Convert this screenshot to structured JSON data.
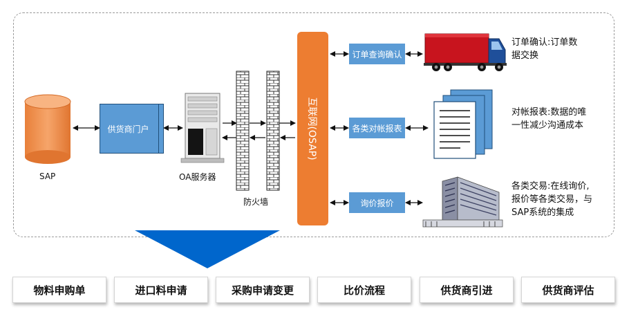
{
  "nodes": {
    "sap": "SAP",
    "portal": "供货商门户",
    "oa_server": "OA服务器",
    "firewall": "防火墙",
    "internet": "互联网(OSAP)",
    "order_query": "订单查询确认",
    "reconciliation": "各类对帐报表",
    "inquiry": "询价报价"
  },
  "descriptions": {
    "order": [
      "订单确认:订单数",
      "据交换"
    ],
    "reconciliation": [
      "对帐报表:数据的唯",
      "一性减少沟通成本"
    ],
    "transactions": [
      "各类交易:在线询价,",
      "报价等各类交易，与",
      "SAP系统的集成"
    ]
  },
  "bottom_buttons": [
    "物料申购单",
    "进口料申请",
    "采购申请变更",
    "比价流程",
    "供货商引进",
    "供货商评估"
  ],
  "colors": {
    "accent_blue": "#5b9bd5",
    "internet_orange": "#ed7d31",
    "arrow_blue": "#0066cc"
  }
}
